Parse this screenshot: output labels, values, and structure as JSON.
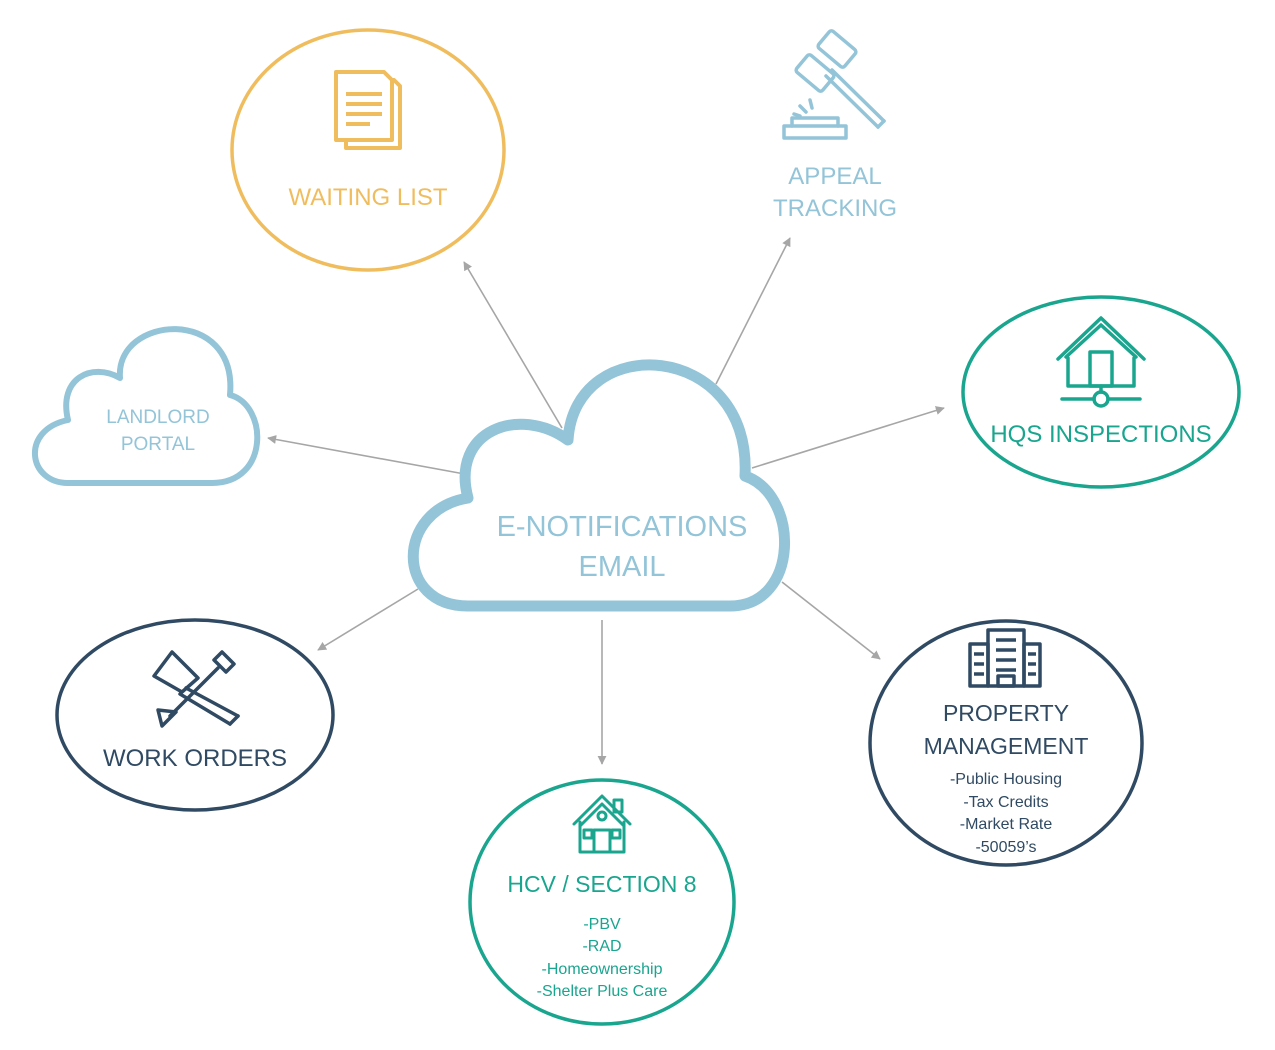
{
  "center": {
    "lines": [
      "E-NOTIFICATIONS",
      "EMAIL"
    ],
    "color": "#93c4d8"
  },
  "nodes": {
    "waiting_list": {
      "title": "WAITING LIST",
      "color": "#f0bd5e",
      "icon": "document-icon"
    },
    "appeal_tracking": {
      "lines": [
        "APPEAL",
        "TRACKING"
      ],
      "color": "#93c4d8",
      "icon": "gavel-icon"
    },
    "landlord_portal": {
      "lines": [
        "LANDLORD",
        "PORTAL"
      ],
      "color": "#93c4d8",
      "icon": "cloud-icon"
    },
    "hqs_inspections": {
      "title": "HQS INSPECTIONS",
      "color": "#1aa58f",
      "icon": "house-network-icon"
    },
    "work_orders": {
      "title": "WORK ORDERS",
      "color": "#2f4a62",
      "icon": "hammer-screwdriver-icon"
    },
    "hcv_section8": {
      "title": "HCV / SECTION 8",
      "items": [
        "-PBV",
        "-RAD",
        "-Homeownership",
        "-Shelter Plus Care"
      ],
      "color": "#1aa58f",
      "icon": "house-icon"
    },
    "property_management": {
      "lines": [
        "PROPERTY",
        "MANAGEMENT"
      ],
      "items": [
        "-Public Housing",
        "-Tax Credits",
        "-Market Rate",
        "-50059’s"
      ],
      "color": "#2f4a62",
      "icon": "building-icon"
    }
  },
  "arrow_color": "#a6a6a6"
}
